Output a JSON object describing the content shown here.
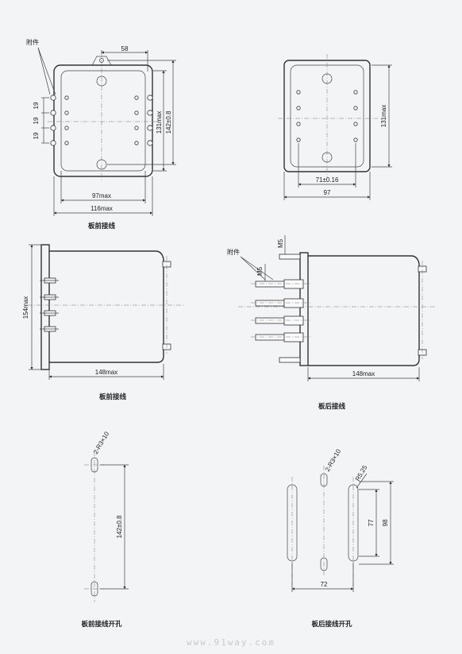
{
  "views": {
    "front_top": {
      "accessory_label": "附件",
      "dims": {
        "top_width": "58",
        "pitch_1": "19",
        "pitch_2": "19",
        "pitch_3": "19",
        "hole_distance": "142±0.8",
        "inner_height": "131max",
        "inner_width": "97max",
        "outer_width": "116max"
      },
      "caption": "板前接线"
    },
    "rear_top": {
      "dims": {
        "height": "131max",
        "hole_distance": "71±0.16",
        "width": "97"
      }
    },
    "front_side": {
      "dims": {
        "height": "154max",
        "length": "148max"
      },
      "caption": "板前接线"
    },
    "rear_side": {
      "accessory_label": "附件",
      "dims": {
        "thread_1": "M5",
        "thread_2": "M5",
        "length": "148max"
      },
      "caption": "板后接线"
    },
    "front_cutout": {
      "dims": {
        "holes": "2-R3×10",
        "hole_distance": "142±0.8"
      },
      "caption": "板前接线开孔"
    },
    "rear_cutout": {
      "dims": {
        "holes": "2-R3×10",
        "radius": "R5.25",
        "slot_length": "77",
        "outer_height": "98",
        "width": "72"
      },
      "caption": "板后接线开孔"
    }
  },
  "watermark": "www.91way.com"
}
